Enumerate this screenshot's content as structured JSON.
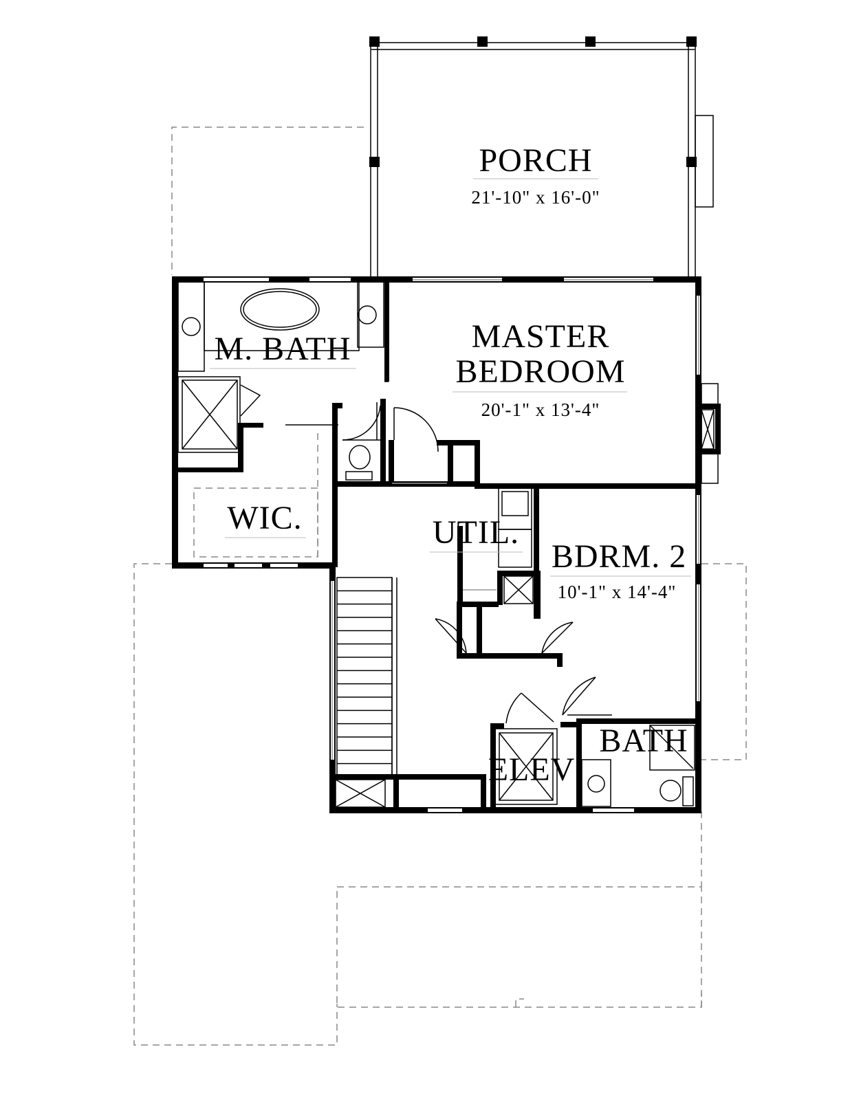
{
  "rooms": {
    "porch": {
      "name": "PORCH",
      "dims": "21'-10\" x 16'-0\""
    },
    "master_bath": {
      "name": "M. BATH"
    },
    "master_bedroom": {
      "name_line1": "MASTER",
      "name_line2": "BEDROOM",
      "dims": "20'-1\" x 13'-4\""
    },
    "wic": {
      "name": "WIC."
    },
    "util": {
      "name": "UTIL."
    },
    "bedroom2": {
      "name": "BDRM. 2",
      "dims": "10'-1\" x 14'-4\""
    },
    "bath": {
      "name": "BATH"
    },
    "elev": {
      "name": "ELEV"
    }
  },
  "colors": {
    "wall": "#000000",
    "dashed_outline": "#888888",
    "background": "#ffffff"
  }
}
